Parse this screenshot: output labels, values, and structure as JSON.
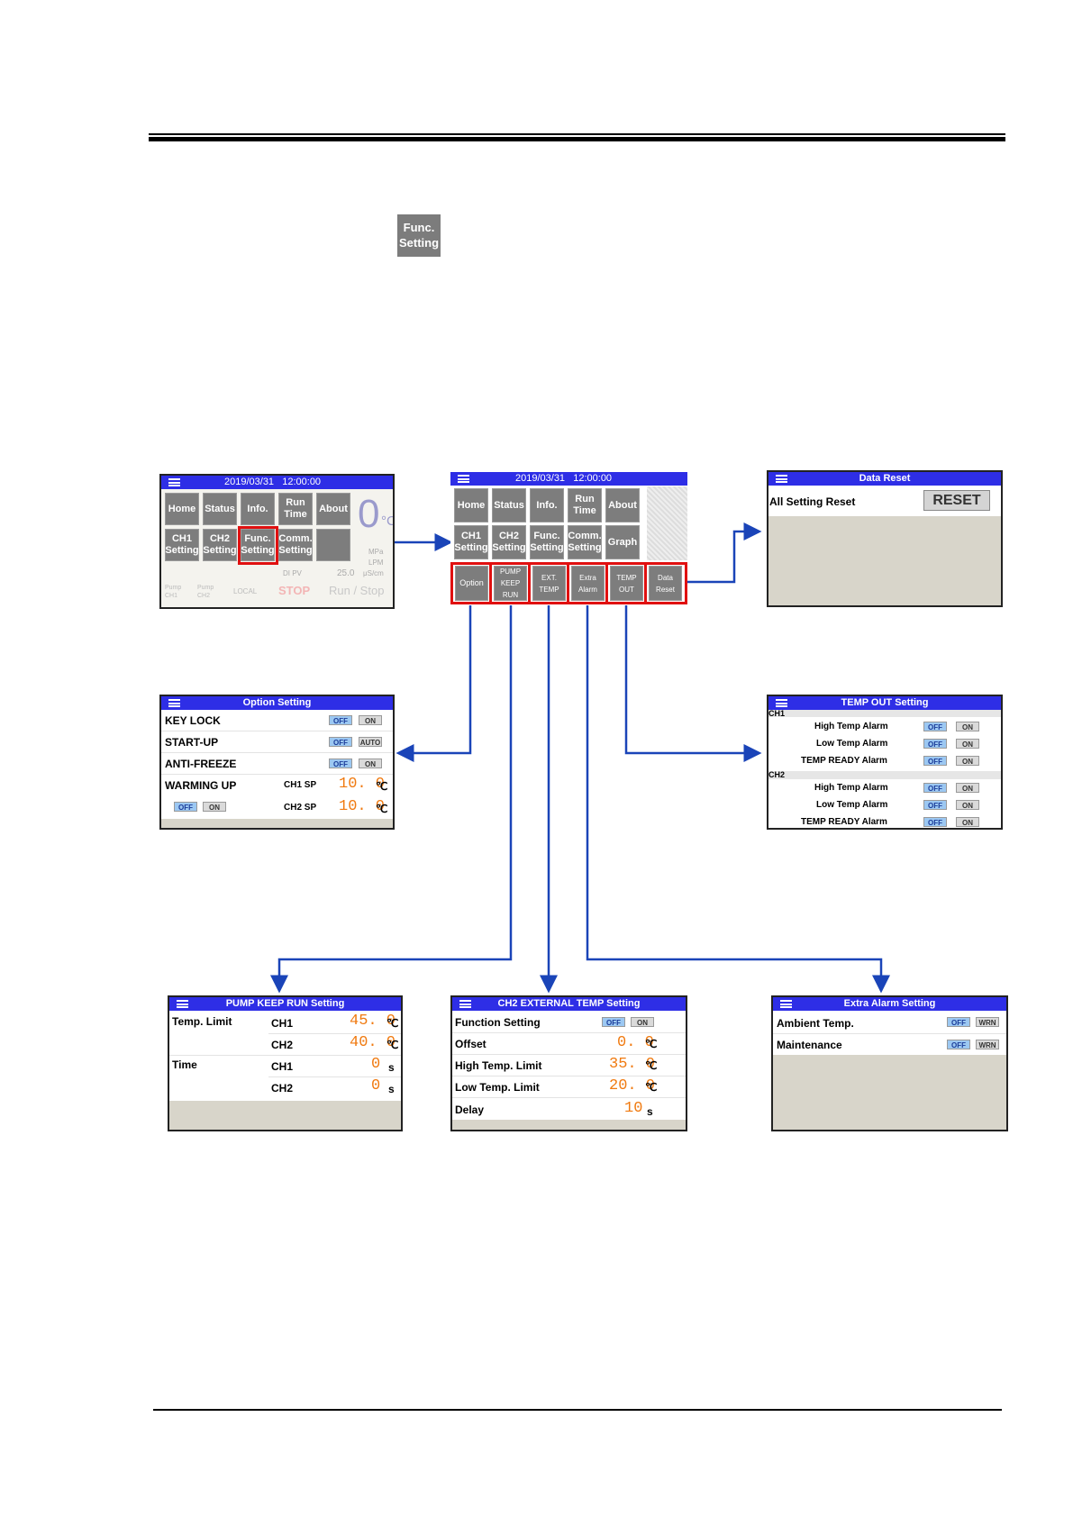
{
  "func_icon": {
    "line1": "Func.",
    "line2": "Setting"
  },
  "main_menu": {
    "date": "2019/03/31",
    "time": "12:00:00",
    "row1": [
      "Home",
      "Status",
      "Info.",
      "Run Time",
      "About"
    ],
    "row2": [
      "CH1 Setting",
      "CH2 Setting",
      "Func. Setting",
      "Comm. Setting",
      "Graph"
    ],
    "row3": [
      "Option",
      "PUMP KEEP RUN",
      "EXT. TEMP",
      "Extra Alarm",
      "TEMP OUT",
      "Data Reset"
    ]
  },
  "left_screen": {
    "row2": [
      "CH1 Setting",
      "CH2 Setting",
      "Func. Setting",
      "Comm. Setting"
    ],
    "big_value": "0",
    "big_unit": "°C",
    "units": [
      "MPa",
      "LPM",
      "μS/cm"
    ],
    "di_label": "DI PV",
    "di_value": "25.0",
    "bottom": [
      "Pump CH1",
      "Pump CH2",
      "LOCAL",
      "STOP",
      "Run / Stop"
    ]
  },
  "data_reset": {
    "title": "Data Reset",
    "label": "All Setting Reset",
    "button": "RESET"
  },
  "option_setting": {
    "title": "Option Setting",
    "rows": [
      {
        "label": "KEY LOCK",
        "a": "OFF",
        "b": "ON"
      },
      {
        "label": "START-UP",
        "a": "OFF",
        "b": "AUTO"
      },
      {
        "label": "ANTI-FREEZE",
        "a": "OFF",
        "b": "ON"
      }
    ],
    "warming_label": "WARMING UP",
    "ch1_sp_label": "CH1 SP",
    "ch1_sp_value": "10. 0",
    "ch2_sp_label": "CH2 SP",
    "ch2_sp_value": "10. 0",
    "unit": "℃",
    "toggle_off": "OFF",
    "toggle_on": "ON"
  },
  "temp_out": {
    "title": "TEMP OUT Setting",
    "ch1": "CH1",
    "ch2": "CH2",
    "rows": [
      "High Temp Alarm",
      "Low Temp Alarm",
      "TEMP READY Alarm"
    ],
    "off": "OFF",
    "on": "ON"
  },
  "pump_keep_run": {
    "title": "PUMP KEEP RUN Setting",
    "temp_limit": "Temp. Limit",
    "time": "Time",
    "ch1": "CH1",
    "ch2": "CH2",
    "temp_ch1": "45. 0",
    "temp_ch2": "40. 0",
    "time_ch1": "0",
    "time_ch2": "0",
    "unit_c": "℃",
    "unit_s": "s"
  },
  "ext_temp": {
    "title": "CH2 EXTERNAL TEMP  Setting",
    "function_label": "Function Setting",
    "off": "OFF",
    "on": "ON",
    "offset_label": "Offset",
    "offset_value": "0. 0",
    "high_label": "High Temp. Limit",
    "high_value": "35. 0",
    "low_label": "Low Temp. Limit",
    "low_value": "20. 0",
    "delay_label": "Delay",
    "delay_value": "10",
    "unit_c": "℃",
    "unit_s": "s"
  },
  "extra_alarm": {
    "title": "Extra Alarm Setting",
    "rows": [
      {
        "label": "Ambient Temp.",
        "a": "OFF",
        "b": "WRN"
      },
      {
        "label": "Maintenance",
        "a": "OFF",
        "b": "WRN"
      }
    ]
  },
  "colors": {
    "titlebar": "#2e2ee6",
    "arrow": "#1a44b8",
    "highlight": "#e01010",
    "value": "#f07a10"
  }
}
